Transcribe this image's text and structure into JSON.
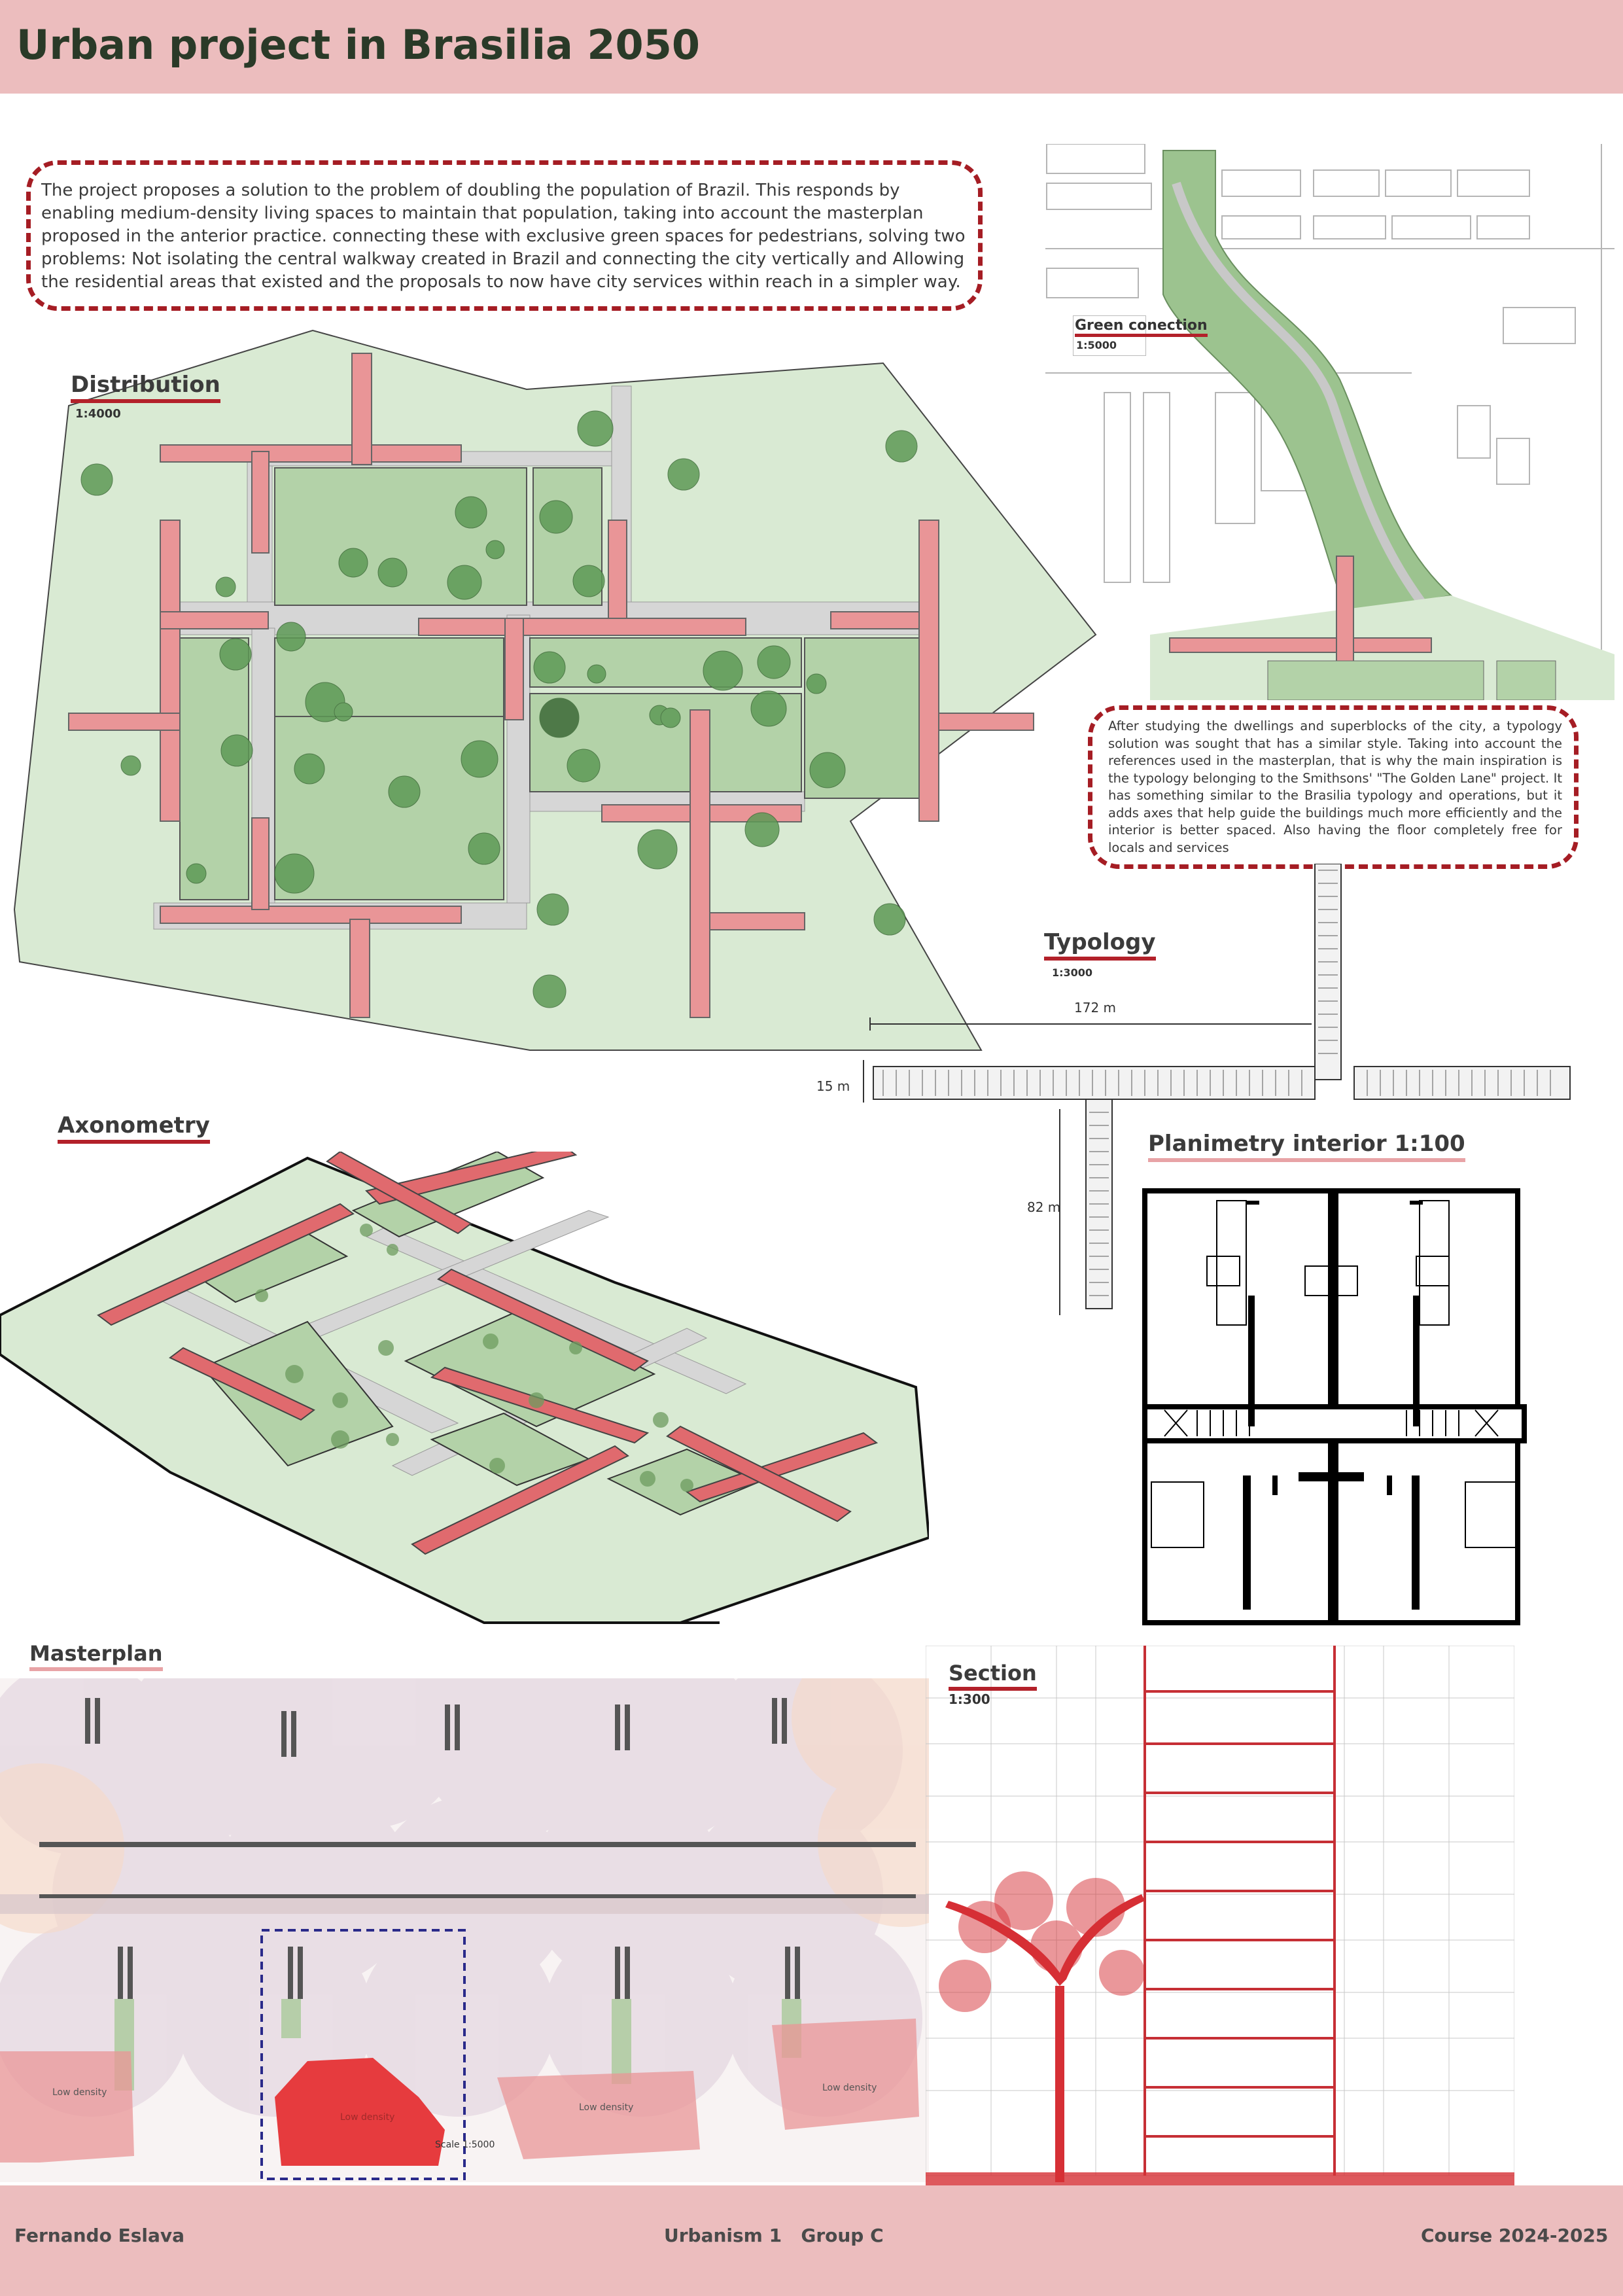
{
  "header": {
    "title": "Urban project in Brasilia 2050"
  },
  "intro": {
    "text": "The project proposes a solution to the problem of doubling the population of Brazil. This responds by enabling medium-density living spaces to maintain that population, taking into account the masterplan proposed in the anterior practice. connecting these with exclusive green spaces for pedestrians, solving two problems: Not isolating the central walkway created in Brazil and connecting the city vertically and Allowing the residential areas that existed and the proposals to now have city services within reach in a simpler way."
  },
  "distribution": {
    "title": "Distribution",
    "scale": "1:4000"
  },
  "green_connection": {
    "title": "Green conection",
    "scale": "1:5000"
  },
  "typology": {
    "title": "Typology",
    "scale": "1:3000",
    "text": "After studying the dwellings and superblocks of the city, a typology solution was sought that has a similar style. Taking into account the references used in the masterplan, that is why the main inspiration is the typology belonging to the Smithsons' \"The Golden Lane\" project. It has something similar to the Brasilia typology and operations, but it adds axes that help guide the buildings much more efficiently and the interior is better spaced. Also having the floor completely free for locals and services",
    "dim_length": "172 m",
    "dim_width": "15 m",
    "dim_branch": "82 m"
  },
  "axonometry": {
    "title": "Axonometry"
  },
  "planimetry": {
    "title": "Planimetry interior 1:100"
  },
  "masterplan": {
    "title": "Masterplan",
    "labels": [
      "Low density",
      "Low density",
      "Low density",
      "Low density"
    ],
    "scale_label": "Scale 1:5000"
  },
  "section": {
    "title": "Section",
    "scale": "1:300"
  },
  "footer": {
    "author": "Fernando Eslava",
    "course": "Urbanism 1   Group C",
    "year": "Course 2024-2025"
  },
  "colors": {
    "header_band": "#ecbdbe",
    "accent_red": "#b3212a",
    "building_pink": "#e99597",
    "green_light": "#d9ead3",
    "green_mid": "#b3d2a8",
    "path_grey": "#d6d6d6"
  }
}
